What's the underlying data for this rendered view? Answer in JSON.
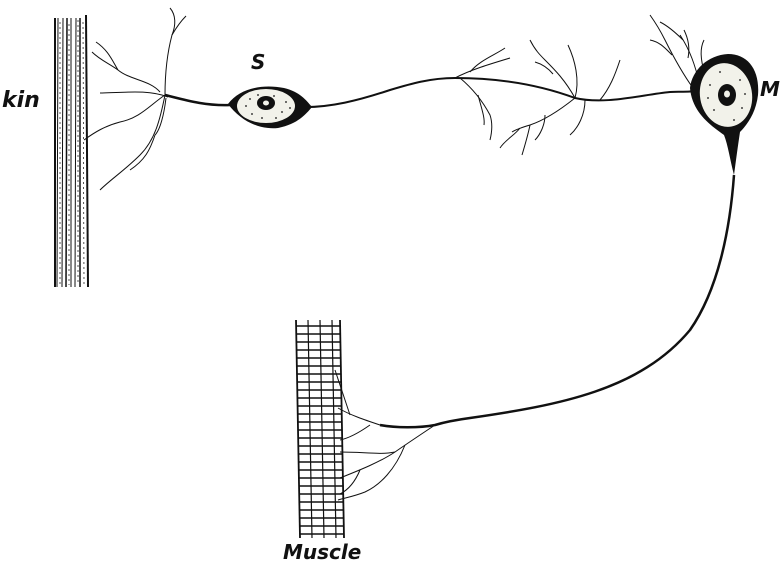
{
  "labels": {
    "skin": "kin",
    "sensory_cell": "S",
    "motor_cell": "M",
    "muscle": "Muscle"
  },
  "colors": {
    "ink": "#111111",
    "cell_fill": "#f2f2ea",
    "background": "#ffffff"
  }
}
